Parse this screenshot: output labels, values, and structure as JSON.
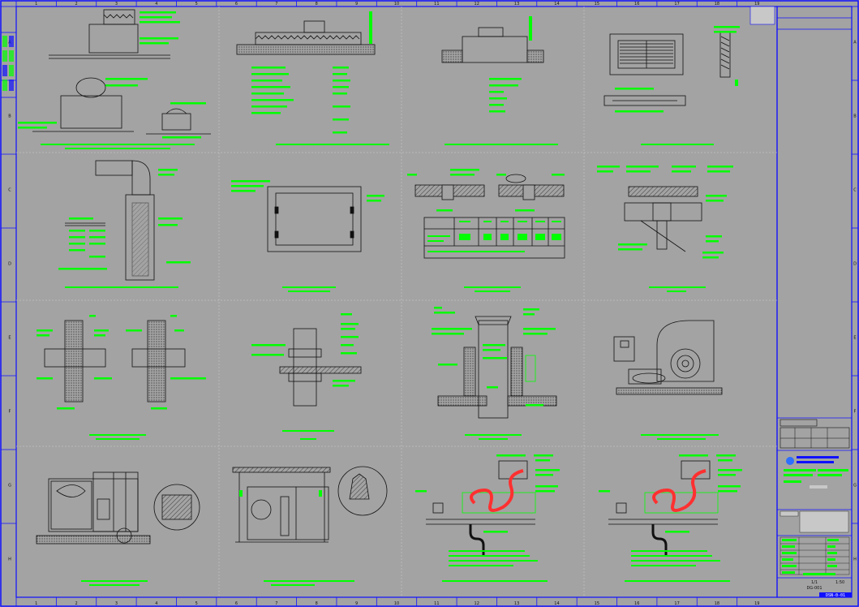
{
  "drawing": {
    "frame_color": "#1010ff",
    "annotation_color": "#00ff00",
    "background_color": "#a3a3a3",
    "column_markers": [
      "1",
      "2",
      "3",
      "4",
      "5",
      "6",
      "7",
      "8",
      "9",
      "10",
      "11",
      "12",
      "13",
      "14",
      "15",
      "16",
      "17",
      "18",
      "19"
    ],
    "row_markers": [
      "A",
      "B",
      "C",
      "D",
      "E",
      "F",
      "G",
      "H"
    ],
    "panel_count": 16,
    "title_block": {
      "sheet_number": "1/1",
      "drawing_number": "DG-001",
      "scale": "1:50",
      "stamp_text": "DSN-0-01"
    }
  }
}
